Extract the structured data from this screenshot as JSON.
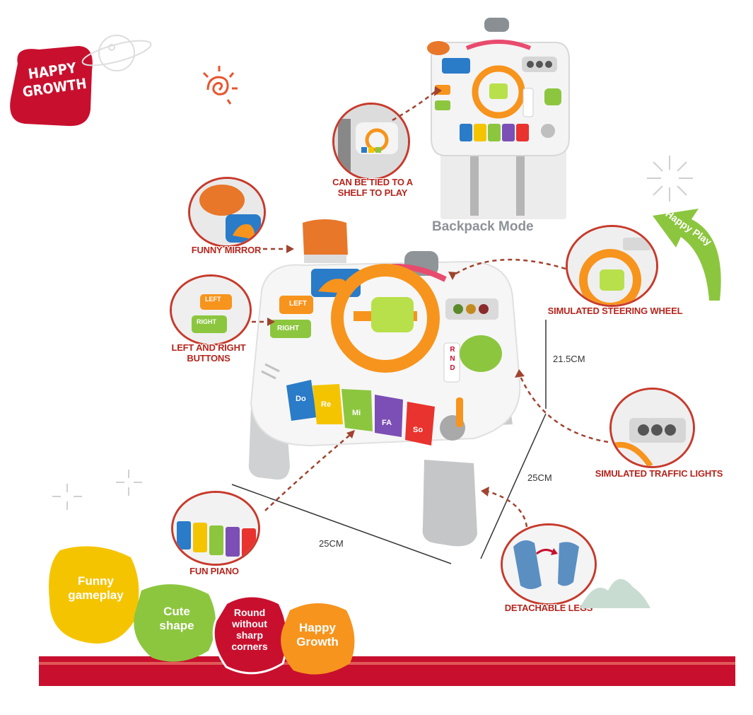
{
  "badge": {
    "line1": "HAPPY",
    "line2": "GROWTH"
  },
  "callouts": {
    "shelf": "CAN BE TIED TO A SHELF TO PLAY",
    "backpack_mode": "Backpack Mode",
    "funny_mirror": "FUNNY MIRROR",
    "left_right": "LEFT AND RIGHT BUTTONS",
    "steering": "SIMULATED STEERING WHEEL",
    "traffic": "SIMULATED TRAFFIC LIGHTS",
    "piano": "FUN PIANO",
    "legs": "DETACHABLE LEGS"
  },
  "happy_play": "Happy Play",
  "dimensions": {
    "height": "21.5CM",
    "depth": "25CM",
    "width": "25CM"
  },
  "button_labels": {
    "left": "LEFT",
    "right": "RIGHT"
  },
  "piano_keys": [
    "Do",
    "Re",
    "Mi",
    "FA",
    "So"
  ],
  "gear_letters": [
    "R",
    "N",
    "D"
  ],
  "features": [
    {
      "text": "Funny gameplay",
      "color": "#f5c400"
    },
    {
      "text": "Cute shape",
      "color": "#8cc63f"
    },
    {
      "text": "Round without sharp corners",
      "color": "#c8102e"
    },
    {
      "text": "Happy Growth",
      "color": "#f7941d"
    }
  ],
  "colors": {
    "accent_red": "#c8102e",
    "orange": "#f7941d",
    "green": "#8cc63f",
    "label_red": "#b4261e"
  }
}
